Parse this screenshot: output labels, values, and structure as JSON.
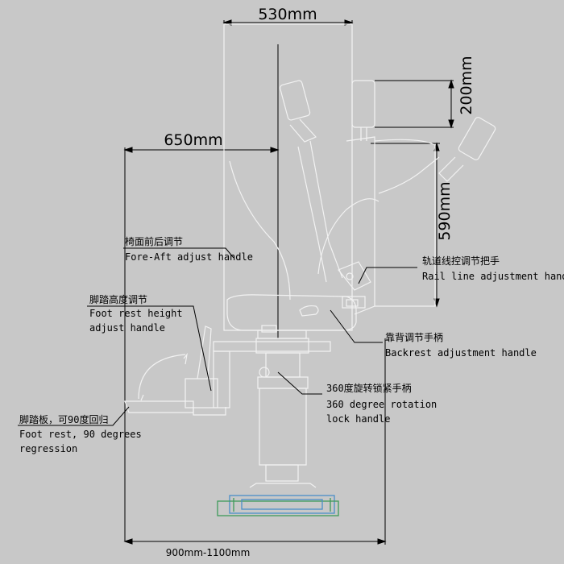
{
  "dimensions": {
    "width_top": "530mm",
    "width_mid": "650mm",
    "arm_height": "200mm",
    "back_height": "590mm",
    "base_range": "900mm-1100mm"
  },
  "labels": {
    "fore_aft": {
      "cn": "椅面前后调节",
      "en": "Fore-Aft adjust handle"
    },
    "rail_line": {
      "cn": "轨道线控调节把手",
      "en": "Rail line adjustment handle"
    },
    "foot_rest_height": {
      "cn": "脚踏高度调节",
      "en1": "Foot rest height",
      "en2": "adjust handle"
    },
    "backrest": {
      "cn": "靠背调节手柄",
      "en": "Backrest adjustment handle"
    },
    "rotation": {
      "cn": "360度旋转锁紧手柄",
      "en1": "360 degree rotation",
      "en2": "lock handle"
    },
    "foot_rest": {
      "cn": "脚踏板，可90度回归",
      "en1": "Foot rest, 90 degrees",
      "en2": "regression"
    }
  },
  "colors": {
    "background": "#c8c8c8",
    "line": "#000000",
    "outline": "#f2f2f2",
    "base_blue": "#4a8fc8",
    "base_green": "#3f9a5a"
  }
}
